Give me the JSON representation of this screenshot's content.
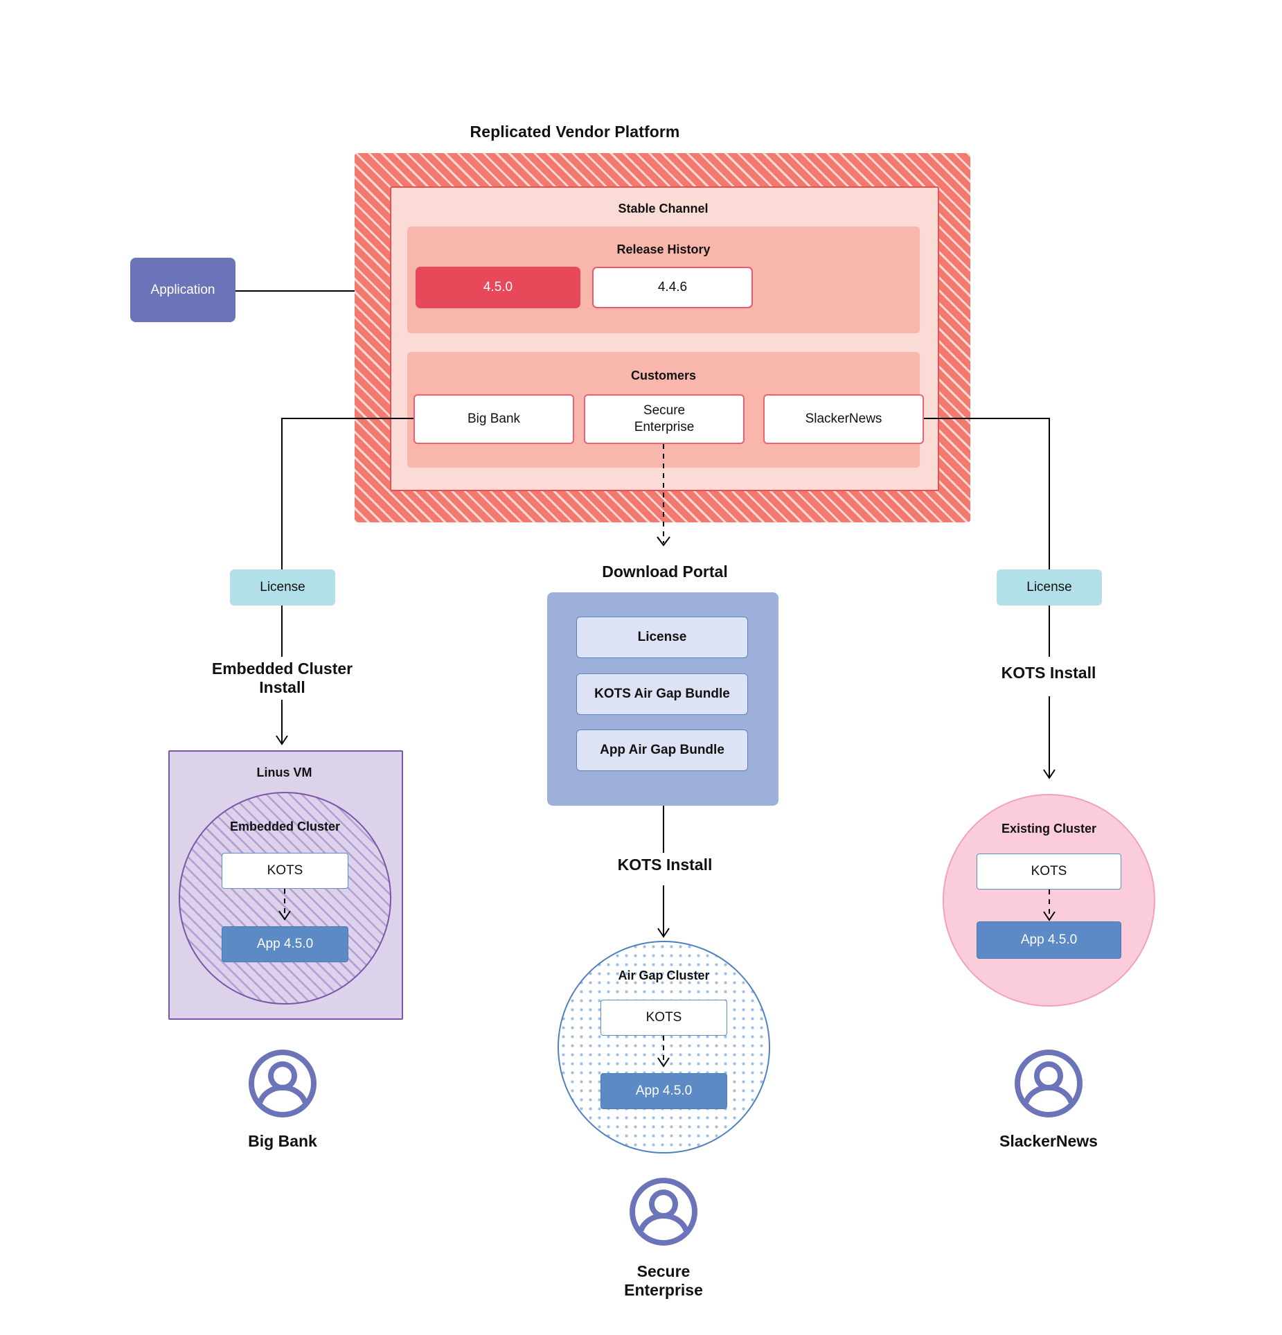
{
  "diagram": {
    "title": "Replicated Vendor Platform"
  },
  "application": {
    "label": "Application"
  },
  "platform": {
    "channel": {
      "title": "Stable Channel",
      "release_history": {
        "title": "Release History",
        "releases": [
          {
            "version": "4.5.0",
            "state": "current"
          },
          {
            "version": "4.4.6",
            "state": "past"
          }
        ]
      },
      "customers": {
        "title": "Customers",
        "items": [
          {
            "name": "Big Bank"
          },
          {
            "name": "Secure\nEnterprise"
          },
          {
            "name": "SlackerNews"
          }
        ]
      }
    }
  },
  "download_portal": {
    "title": "Download  Portal",
    "items": [
      {
        "label": "License"
      },
      {
        "label": "KOTS Air Gap Bundle"
      },
      {
        "label": "App Air Gap Bundle"
      }
    ]
  },
  "flows": {
    "left": {
      "license_label": "License",
      "install_label": "Embedded Cluster\nInstall"
    },
    "center": {
      "install_label": "KOTS Install"
    },
    "right": {
      "license_label": "License",
      "install_label": "KOTS Install"
    }
  },
  "targets": {
    "left": {
      "host_label": "Linus VM",
      "cluster_label": "Embedded Cluster",
      "kots_label": "KOTS",
      "app_label": "App 4.5.0",
      "actor_label": "Big Bank",
      "actor_icon": "user-avatar-icon"
    },
    "center": {
      "cluster_label": "Air Gap Cluster",
      "kots_label": "KOTS",
      "app_label": "App 4.5.0",
      "actor_label": "Secure\nEnterprise",
      "actor_icon": "user-avatar-icon"
    },
    "right": {
      "cluster_label": "Existing Cluster",
      "kots_label": "KOTS",
      "app_label": "App 4.5.0",
      "actor_label": "SlackerNews",
      "actor_icon": "user-avatar-icon"
    }
  },
  "colors": {
    "platform_hatch": "#f3796f",
    "channel_bg": "#fbdbd6",
    "panel_bg": "#f8b6ad",
    "release_current": "#e8495a",
    "customer_border": "#ef6070",
    "application": "#6b74b9",
    "license": "#b2e0e8",
    "portal": "#9db0da",
    "portal_item": "#dde3f4",
    "vm": "#dcd2ea",
    "vm_border": "#7b56a8",
    "airgap_border": "#5080bf",
    "existing_cluster": "#fbcdda",
    "app_box": "#5b8ac4",
    "avatar": "#6b74b9"
  }
}
